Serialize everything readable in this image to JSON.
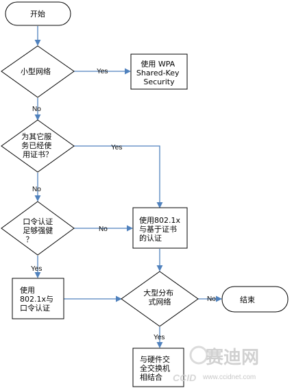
{
  "nodes": {
    "start": "开始",
    "small_network": "小型网络",
    "use_wpa": [
      "使用 WPA",
      "Shared-Key",
      "Security"
    ],
    "other_services": [
      "为其它服",
      "务已经使",
      "用证书？"
    ],
    "password_auth": [
      "口令认证",
      "足够强健",
      "？"
    ],
    "use_8021x_cert": [
      "使用802.1x",
      "与基于证书",
      "的认证"
    ],
    "use_8021x_password": [
      "使用",
      "802.1x与",
      "口令认证"
    ],
    "large_distributed": [
      "大型分布",
      "式网络"
    ],
    "end": "结束",
    "combine_switch": [
      "与硬件交",
      "全交换机",
      "相结合"
    ]
  },
  "edges": {
    "yes": "Yes",
    "no": "No"
  },
  "watermark": {
    "logo": "CCID",
    "site_cn": "赛迪网",
    "site_url": "www.ccidnet.com"
  },
  "colors": {
    "node_stroke": "#000000",
    "arrow": "#4f81bd",
    "background": "#ffffff"
  }
}
